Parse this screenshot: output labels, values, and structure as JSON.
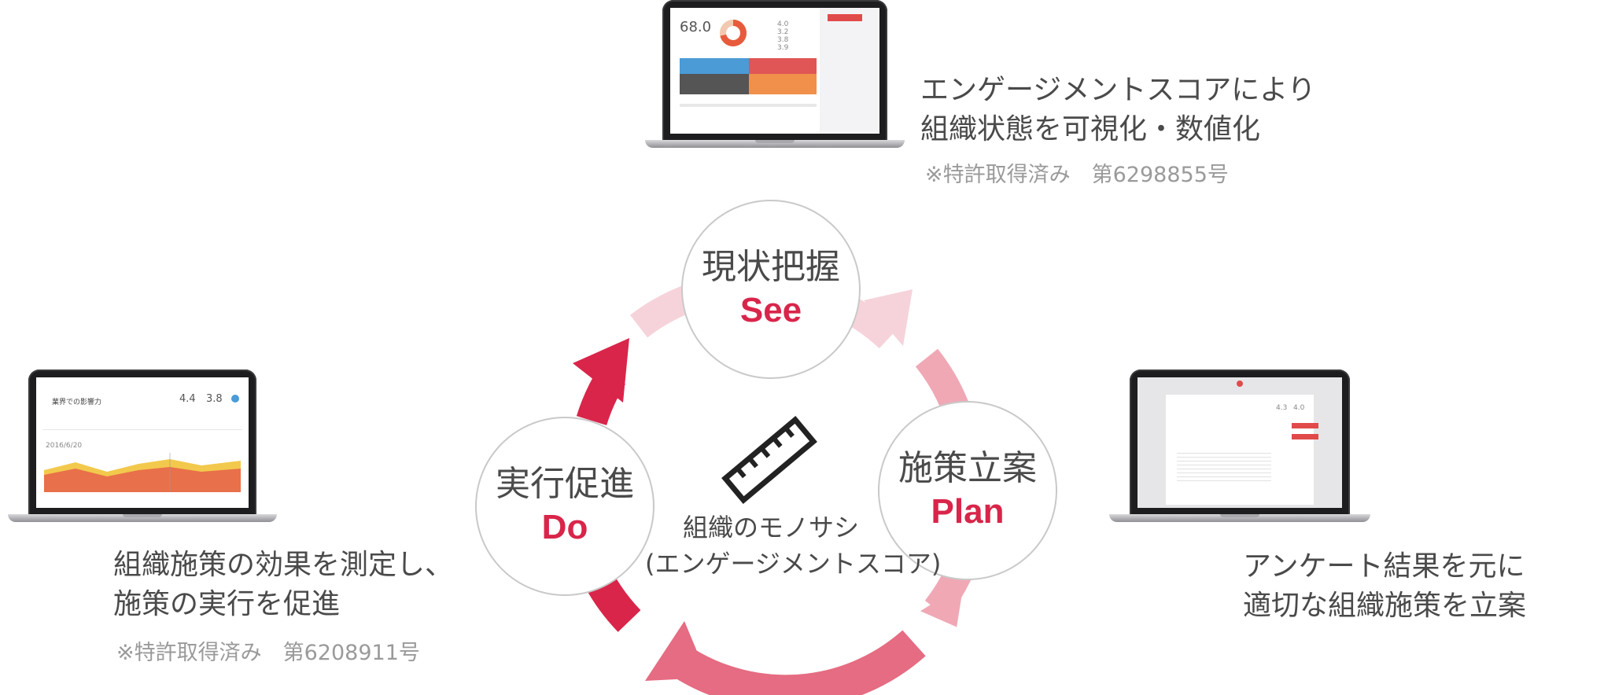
{
  "top": {
    "caption_line1": "エンゲージメントスコアにより",
    "caption_line2": "組織状態を可視化・数値化",
    "patent_note": "※特許取得済み　第6298855号",
    "screen_score": "68.0",
    "screen_values": [
      "4.0",
      "3.2",
      "3.8",
      "3.9"
    ]
  },
  "left": {
    "caption_line1": "組織施策の効果を測定し、",
    "caption_line2": "施策の実行を促進",
    "patent_note": "※特許取得済み　第6208911号",
    "screen_title": "業界での影響力",
    "screen_value1": "4.4",
    "screen_value2": "3.8",
    "screen_date": "2016/6/20"
  },
  "right": {
    "caption_line1": "アンケート結果を元に",
    "caption_line2": "適切な組織施策を立案",
    "screen_values": [
      "4.3",
      "4.0"
    ]
  },
  "cycle": {
    "see_jp": "現状把握",
    "see_en": "See",
    "plan_jp": "施策立案",
    "plan_en": "Plan",
    "do_jp": "実行促進",
    "do_en": "Do",
    "center_line1": "組織のモノサシ",
    "center_line2": "(エンゲージメントスコア)"
  },
  "colors": {
    "accent": "#d9254a",
    "arc_light": "#f6d3da",
    "arc_mid": "#f0a8b5",
    "arc_strong": "#e56c82"
  },
  "icons": [
    "ruler-icon"
  ]
}
